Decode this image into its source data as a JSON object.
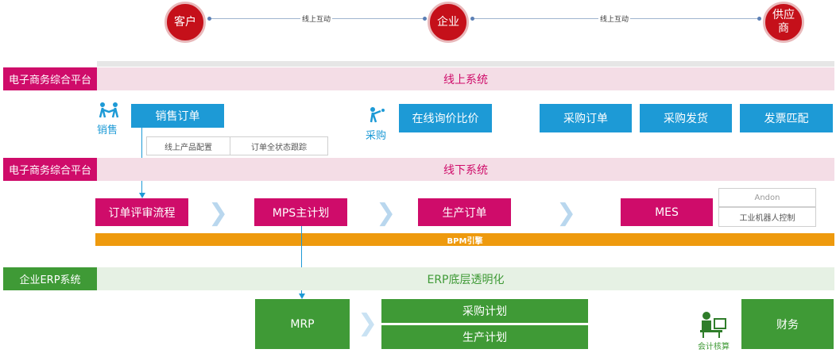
{
  "top": {
    "nodes": {
      "customer": "客户",
      "enterprise": "企业",
      "supplier": "供应商"
    },
    "link_left": "线上互动",
    "link_right": "线上互动"
  },
  "row1": {
    "platform": "电子商务综合平台",
    "band": "线上系统",
    "sales_icon_label": "销售",
    "sales_order": "销售订单",
    "sub_tabs": [
      "线上产品配置",
      "订单全状态跟踪"
    ],
    "procure_icon_label": "采购",
    "inquiry": "在线询价比价",
    "purchase_order": "采购订单",
    "purchase_delivery": "采购发货",
    "invoice_match": "发票匹配"
  },
  "row2": {
    "platform": "电子商务综合平台",
    "band": "线下系统",
    "order_review": "订单评审流程",
    "mps": "MPS主计划",
    "prod_order": "生产订单",
    "mes": "MES",
    "andon": "Andon",
    "robot": "工业机器人控制",
    "bpm": "BPM引擎"
  },
  "row3": {
    "platform": "企业ERP系统",
    "band": "ERP底层透明化",
    "mrp": "MRP",
    "purchase_plan": "采购计划",
    "prod_plan": "生产计划",
    "accounting_label": "会计核算",
    "finance": "财务"
  },
  "colors": {
    "red": "#c5101a",
    "blue": "#1d9ad6",
    "pink": "#cf0c6a",
    "green": "#3f9a36",
    "orange": "#ee9a0e"
  }
}
